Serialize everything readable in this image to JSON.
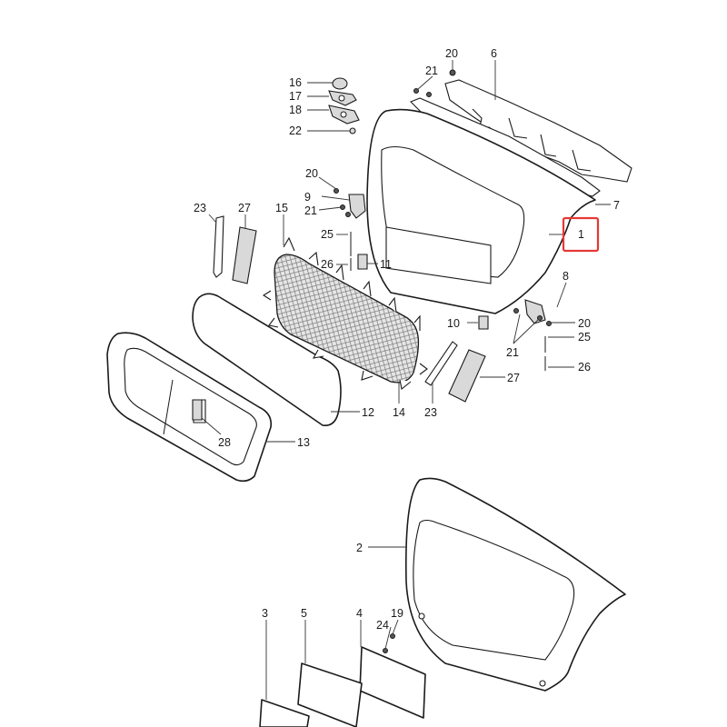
{
  "diagram": {
    "callouts": [
      {
        "id": "1",
        "label": "1"
      },
      {
        "id": "2",
        "label": "2"
      },
      {
        "id": "3",
        "label": "3"
      },
      {
        "id": "4",
        "label": "4"
      },
      {
        "id": "5",
        "label": "5"
      },
      {
        "id": "6",
        "label": "6"
      },
      {
        "id": "7",
        "label": "7"
      },
      {
        "id": "8",
        "label": "8"
      },
      {
        "id": "9",
        "label": "9"
      },
      {
        "id": "10",
        "label": "10"
      },
      {
        "id": "11",
        "label": "11"
      },
      {
        "id": "12",
        "label": "12"
      },
      {
        "id": "13",
        "label": "13"
      },
      {
        "id": "14",
        "label": "14"
      },
      {
        "id": "15",
        "label": "15"
      },
      {
        "id": "16",
        "label": "16"
      },
      {
        "id": "17",
        "label": "17"
      },
      {
        "id": "18",
        "label": "18"
      },
      {
        "id": "19",
        "label": "19"
      },
      {
        "id": "20a",
        "label": "20"
      },
      {
        "id": "20b",
        "label": "20"
      },
      {
        "id": "20c",
        "label": "20"
      },
      {
        "id": "21a",
        "label": "21"
      },
      {
        "id": "21b",
        "label": "21"
      },
      {
        "id": "21c",
        "label": "21"
      },
      {
        "id": "22",
        "label": "22"
      },
      {
        "id": "23a",
        "label": "23"
      },
      {
        "id": "23b",
        "label": "23"
      },
      {
        "id": "24",
        "label": "24"
      },
      {
        "id": "25a",
        "label": "25"
      },
      {
        "id": "25b",
        "label": "25"
      },
      {
        "id": "26a",
        "label": "26"
      },
      {
        "id": "26b",
        "label": "26"
      },
      {
        "id": "27a",
        "label": "27"
      },
      {
        "id": "27b",
        "label": "27"
      },
      {
        "id": "28",
        "label": "28"
      }
    ],
    "highlight_color": "#e53935"
  }
}
